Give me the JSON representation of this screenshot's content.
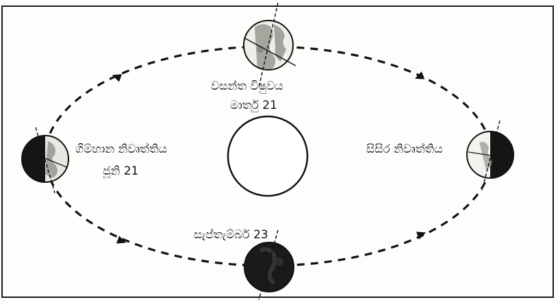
{
  "diagram": {
    "labels": {
      "spring_equinox": "වසන්ත විෂුවය",
      "spring_date": "මාර්තු 21",
      "summer_solstice": "ගිම්හාන නිවෘත්තිය",
      "summer_date": "ජූනි 21",
      "winter_solstice": "සිසිර නිවෘත්තිය",
      "september_date": "සැප්තැම්බර් 23"
    }
  }
}
